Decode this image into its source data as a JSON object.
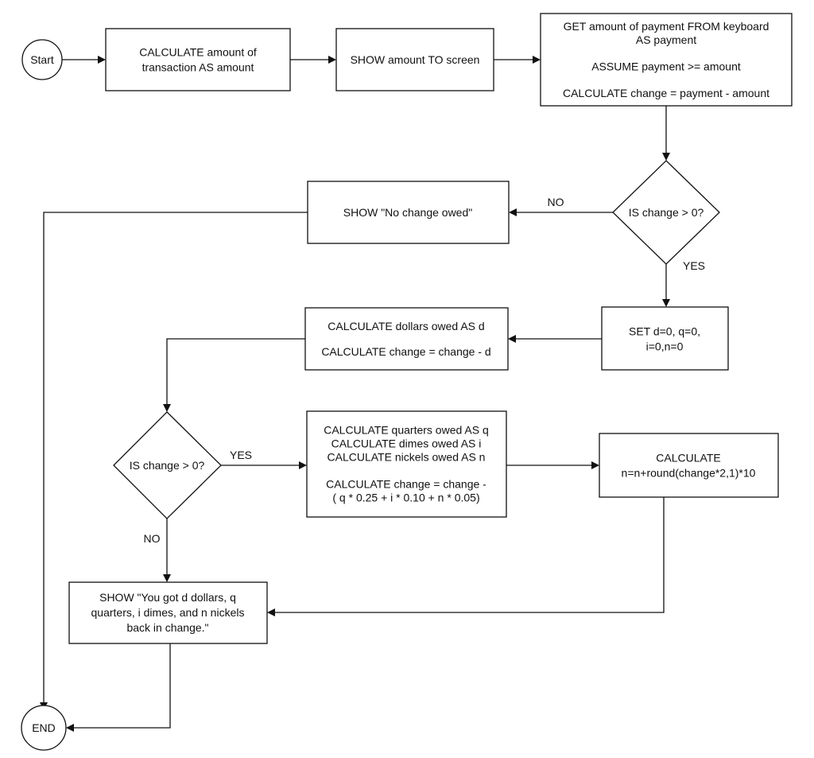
{
  "nodes": {
    "start": {
      "lines": [
        "Start"
      ]
    },
    "calc_amount": {
      "lines": [
        "CALCULATE amount of",
        "transaction AS amount"
      ]
    },
    "show_amount": {
      "lines": [
        "SHOW amount TO screen"
      ]
    },
    "get_payment": {
      "lines": [
        "GET amount of payment FROM keyboard",
        "AS payment",
        "",
        "ASSUME payment >= amount",
        "",
        "CALCULATE change = payment - amount"
      ]
    },
    "decision1": {
      "lines": [
        "IS change > 0?"
      ]
    },
    "show_no_change": {
      "lines": [
        "SHOW \"No change owed\""
      ]
    },
    "set_vars": {
      "lines": [
        "SET d=0, q=0,",
        "i=0,n=0"
      ]
    },
    "calc_dollars": {
      "lines": [
        "CALCULATE dollars owed AS d",
        "",
        "CALCULATE change = change - d"
      ]
    },
    "decision2": {
      "lines": [
        "IS change > 0?"
      ]
    },
    "calc_coins": {
      "lines": [
        "CALCULATE quarters owed AS q",
        "CALCULATE dimes owed AS i",
        "CALCULATE nickels owed AS n",
        "",
        "CALCULATE change = change -",
        "( q * 0.25 + i * 0.10 + n * 0.05)"
      ]
    },
    "calc_n": {
      "lines": [
        "CALCULATE",
        "n=n+round(change*2,1)*10"
      ]
    },
    "show_result": {
      "lines": [
        "SHOW \"You got d dollars, q",
        "quarters, i dimes, and n nickels",
        "back in change.\""
      ]
    },
    "end": {
      "lines": [
        "END"
      ]
    }
  },
  "edge_labels": {
    "d1_no": "NO",
    "d1_yes": "YES",
    "d2_yes": "YES",
    "d2_no": "NO"
  }
}
